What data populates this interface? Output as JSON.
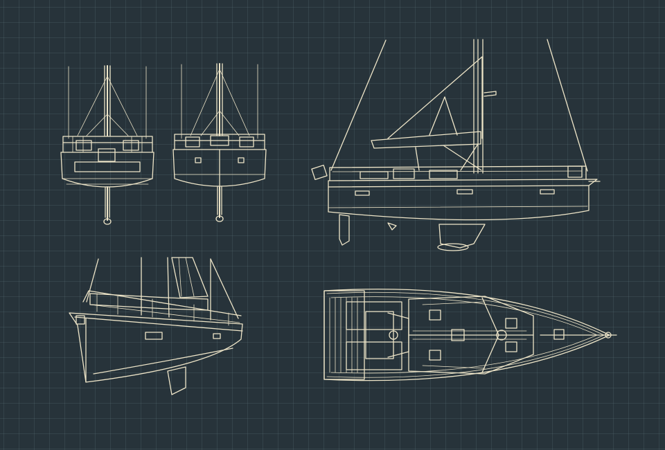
{
  "drawing": {
    "theme": {
      "background": "#27333a",
      "grid": "#4a5a60",
      "line": "#efe6c9"
    },
    "views": [
      {
        "id": "stern-view-left",
        "icon": "sailboat-stern-view"
      },
      {
        "id": "stern-view-right",
        "icon": "sailboat-stern-view"
      },
      {
        "id": "side-profile",
        "icon": "sailboat-side-profile"
      },
      {
        "id": "perspective-view",
        "icon": "sailboat-perspective"
      },
      {
        "id": "deck-plan",
        "icon": "sailboat-top-view"
      }
    ]
  }
}
